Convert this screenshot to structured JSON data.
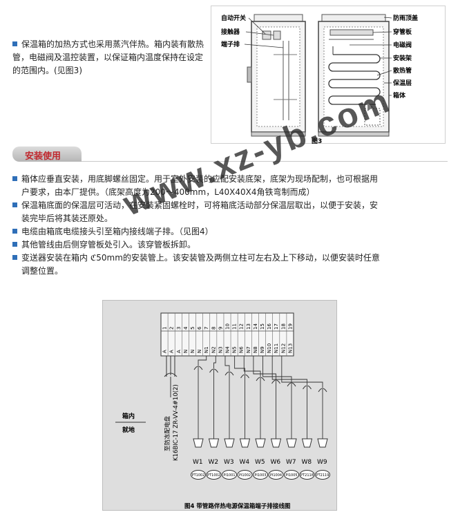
{
  "intro": {
    "text": "保温箱的加热方式也采用蒸汽伴热。箱内装有散热管，电磁阀及温控装置，以保证箱内温度保持在设定的范围内。(见图3)"
  },
  "figure3": {
    "caption": "图3",
    "left_labels": [
      "自动开关",
      "接触器",
      "端子排"
    ],
    "right_labels": [
      "防雨顶盖",
      "穿管板",
      "电磁阀",
      "安装架",
      "散热管",
      "保温层",
      "箱体"
    ]
  },
  "section": {
    "title": "安装使用"
  },
  "bullets": [
    {
      "line1": "箱体应垂直安装，用底脚螺丝固定。用于室外安装的应配安装底架，底架为现场配制，也可根据用",
      "line2": "户要求，由本厂提供。（底架高度为200～400mm，L40X40X4角铁弯制而成）"
    },
    {
      "line1": "保温箱底面的保温层可活动，在安装紧固螺栓时，可将箱底活动部分保温层取出，以便于安装，安",
      "line2": "装完毕后将其装还原处。"
    },
    {
      "line1": "电缆由箱底电缆接头引至箱内接线端子排。（见图4）",
      "line2": ""
    },
    {
      "line1": "其他管线由后侧穿管板处引入。该穿管板拆卸。",
      "line2": ""
    },
    {
      "line1": "变送器安装在箱内 ℭ50mm的安装管上。该安装管及两侧立柱可左右及上下移动，以便安装时任意",
      "line2": "调整位置。"
    }
  ],
  "figure4": {
    "caption": "图4   带管路伴热电源保温箱端子排接线图",
    "left_top": "箱内",
    "left_bottom": "就地",
    "cable_label": "至防冻配电盘",
    "cable_spec": "K16BIC-17  ZR-VV-4#10(2)",
    "terminal_rows": [
      "A",
      "A",
      "A",
      "N",
      "N",
      "N",
      "N1",
      "N2",
      "N3",
      "N4",
      "N5",
      "N6",
      "N7",
      "N8",
      "N9",
      "N10",
      "N11",
      "N12",
      "N13"
    ],
    "terminal_nums": [
      "1",
      "2",
      "3",
      "4",
      "5",
      "6",
      "7",
      "8",
      "9",
      "10",
      "11",
      "12",
      "13",
      "14",
      "15",
      "16",
      "17",
      "18",
      "19"
    ],
    "w_labels": [
      "W1",
      "W2",
      "W3",
      "W4",
      "W5",
      "W6",
      "W7",
      "W8",
      "W9"
    ],
    "tags": [
      "PT1002",
      "PT1002",
      "PI1001",
      "PI1002",
      "PI1003",
      "PI1004",
      "PI1005",
      "PT2118",
      "PT2119"
    ]
  },
  "watermark": {
    "text": "www.xz-yb.com"
  },
  "colors": {
    "bullet": "#2f6fb8",
    "section_title": "#c0272d"
  }
}
